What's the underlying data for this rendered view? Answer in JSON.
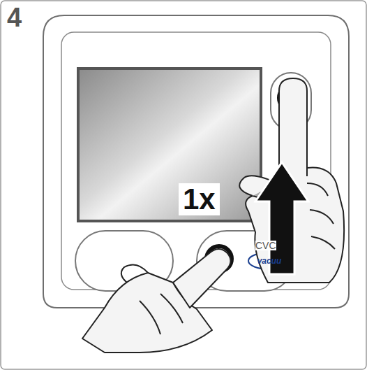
{
  "diagram": {
    "labels": [
      "4",
      "1x",
      "CVC",
      "vacuu"
    ]
  }
}
